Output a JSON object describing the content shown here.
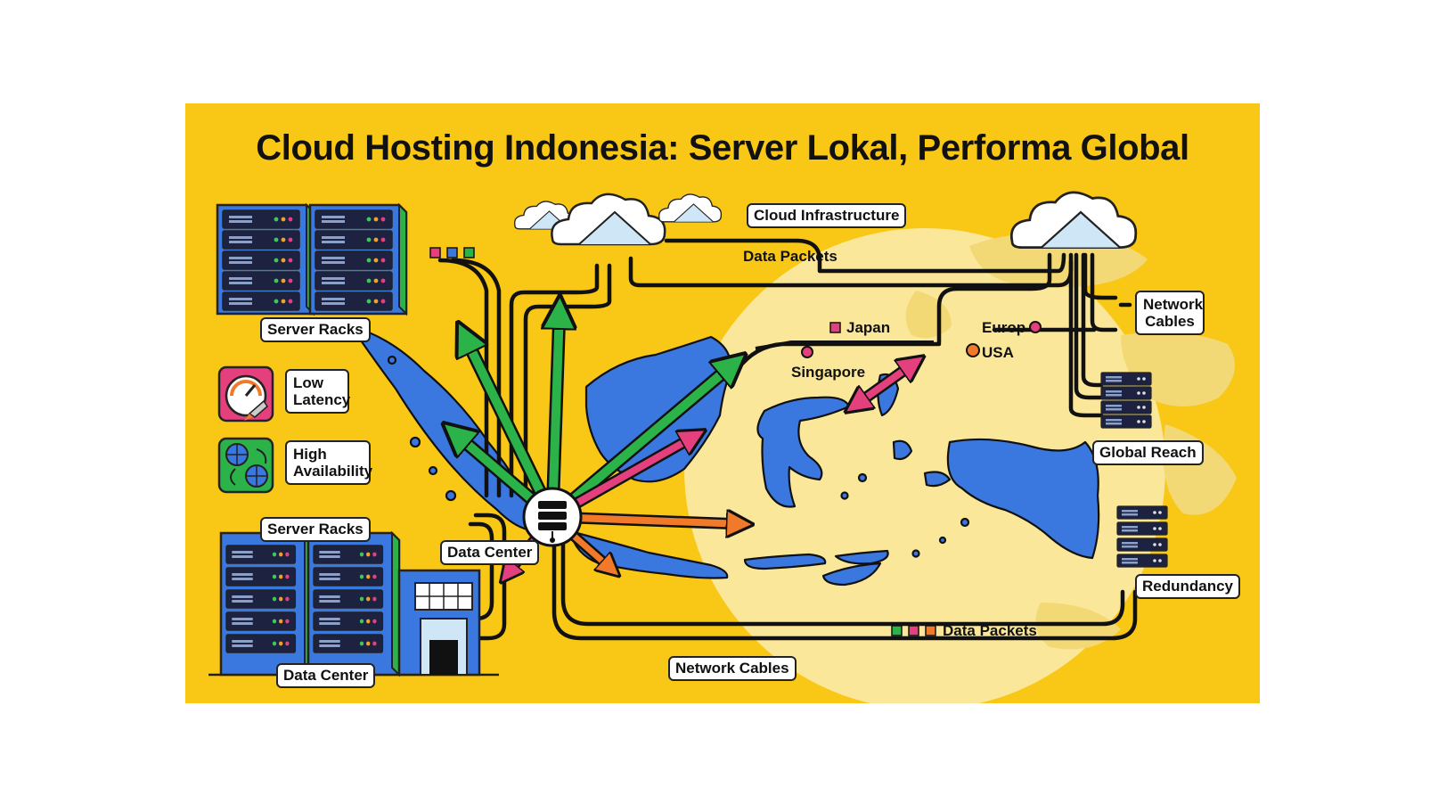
{
  "title": "Cloud Hosting Indonesia: Server Lokal, Performa Global",
  "labels": {
    "server_racks_top": "Server Racks",
    "server_racks_bottom": "Server Racks",
    "low_latency": "Low Latency",
    "high_availability": "High Availability",
    "data_center_hub": "Data Center",
    "data_center_building": "Data Center",
    "cloud_infrastructure": "Cloud Infrastructure",
    "data_packets_top": "Data Packets",
    "data_packets_bottom": "Data Packets",
    "network_cables_right": "Network Cables",
    "network_cables_bottom": "Network Cables",
    "global_reach": "Global Reach",
    "redundancy": "Redundancy",
    "japan": "Japan",
    "singapore": "Singapore",
    "europ": "Europ",
    "usa": "USA"
  },
  "colors": {
    "background": "#f9c716",
    "globe": "#fbe79a",
    "land": "#3a78e0",
    "arrow_green": "#2bb34a",
    "arrow_pink": "#e5407e",
    "arrow_orange": "#f07a2a",
    "cable": "#111111",
    "node_pink": "#e5407e",
    "node_orange": "#f07a2a"
  },
  "icons": {
    "server_rack": "server-rack-icon",
    "speedometer": "speedometer-rocket-icon",
    "globe_sync": "globe-sync-icon",
    "cloud": "cloud-icon",
    "hub": "server-hub-icon"
  }
}
